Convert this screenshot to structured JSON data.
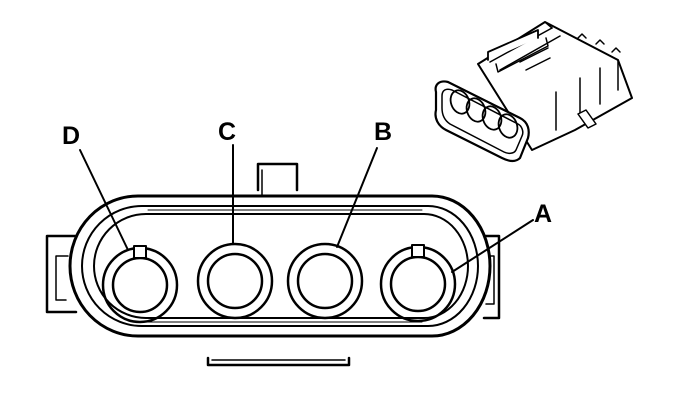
{
  "colors": {
    "line": "#000000",
    "background": "#ffffff"
  },
  "labels": {
    "pin_a": "A",
    "pin_b": "B",
    "pin_c": "C",
    "pin_d": "D"
  }
}
